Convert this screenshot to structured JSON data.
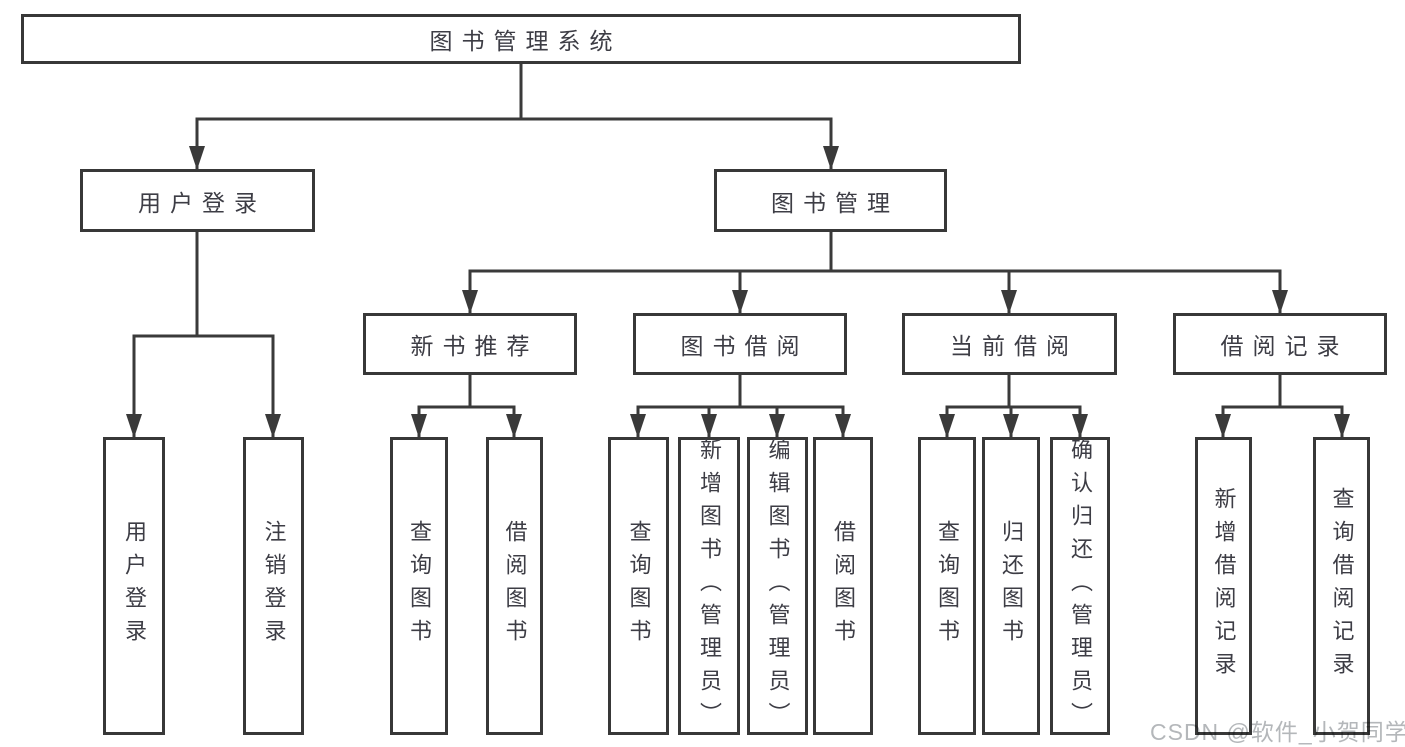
{
  "colors": {
    "line": "#3a3a3a",
    "box_border": "#383838",
    "text": "#3d3d45",
    "watermark": "#b4b7ba",
    "background": "#ffffff"
  },
  "nodes": {
    "root": "图书管理系统",
    "l2": [
      "用户登录",
      "图书管理"
    ],
    "l3": [
      "新书推荐",
      "图书借阅",
      "当前借阅",
      "借阅记录"
    ],
    "leaves_user_login": [
      "用户登录",
      "注销登录"
    ],
    "leaves_new_book": [
      "查询图书",
      "借阅图书"
    ],
    "leaves_book_borrow": [
      "查询图书",
      "新增图书（管理员）",
      "编辑图书（管理员）",
      "借阅图书"
    ],
    "leaves_current_borrow": [
      "查询图书",
      "归还图书",
      "确认归还（管理员）"
    ],
    "leaves_borrow_record": [
      "新增借阅记录",
      "查询借阅记录"
    ]
  },
  "watermark": "CSDN @软件_小贺同学"
}
